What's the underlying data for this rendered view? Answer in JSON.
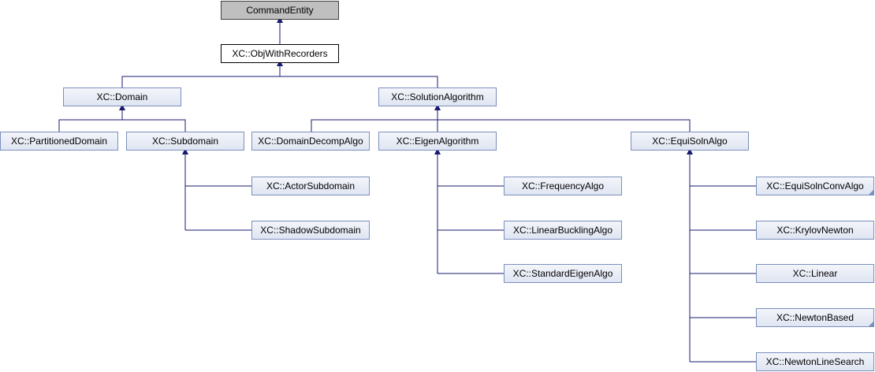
{
  "diagram": {
    "colors": {
      "edge": "#191970",
      "node_border": "#7b8fbd",
      "root_fill": "#bfbfbf"
    },
    "nodes": {
      "command_entity": "CommandEntity",
      "obj_with_recorders": "XC::ObjWithRecorders",
      "domain": "XC::Domain",
      "solution_algorithm": "XC::SolutionAlgorithm",
      "partitioned_domain": "XC::PartitionedDomain",
      "subdomain": "XC::Subdomain",
      "domain_decomp_algo": "XC::DomainDecompAlgo",
      "eigen_algorithm": "XC::EigenAlgorithm",
      "equi_soln_algo": "XC::EquiSolnAlgo",
      "actor_subdomain": "XC::ActorSubdomain",
      "shadow_subdomain": "XC::ShadowSubdomain",
      "frequency_algo": "XC::FrequencyAlgo",
      "linear_buckling_algo": "XC::LinearBucklingAlgo",
      "standard_eigen_algo": "XC::StandardEigenAlgo",
      "equi_soln_conv_algo": "XC::EquiSolnConvAlgo",
      "krylov_newton": "XC::KrylovNewton",
      "linear": "XC::Linear",
      "newton_based": "XC::NewtonBased",
      "newton_line_search": "XC::NewtonLineSearch"
    }
  }
}
